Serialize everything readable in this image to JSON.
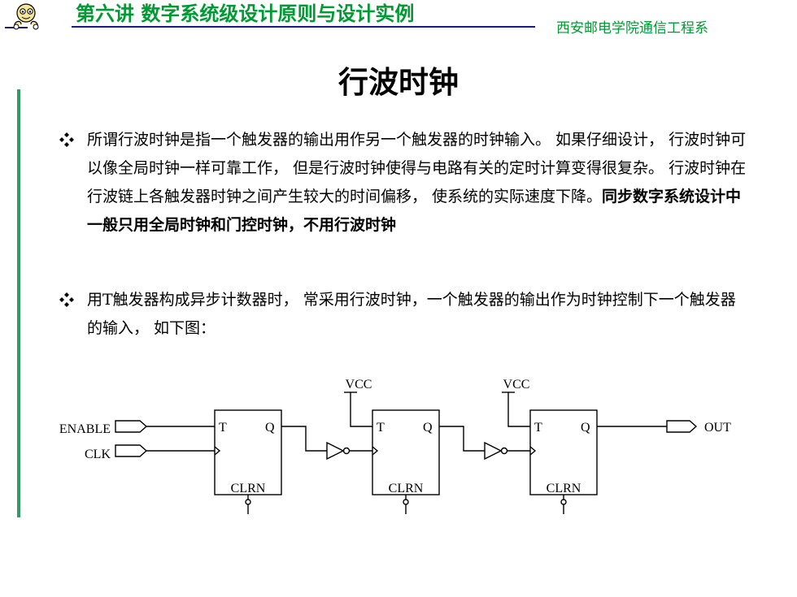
{
  "header": {
    "title": "第六讲 数字系统级设计原则与设计实例",
    "org": "西安邮电学院通信工程系"
  },
  "slide": {
    "title": "行波时钟"
  },
  "bullets": [
    {
      "text": "所谓行波时钟是指一个触发器的输出用作另一个触发器的时钟输入。 如果仔细设计， 行波时钟可以像全局时钟一样可靠工作， 但是行波时钟使得与电路有关的定时计算变得很复杂。 行波时钟在行波链上各触发器时钟之间产生较大的时间偏移， 使系统的实际速度下降。",
      "bold": "同步数字系统设计中一般只用全局时钟和门控时钟，不用行波时钟"
    },
    {
      "text": "用T触发器构成异步计数器时， 常采用行波时钟，一个触发器的输出作为时钟控制下一个触发器的输入， 如下图：",
      "bold": ""
    }
  ],
  "circuit": {
    "inputs": {
      "enable": "ENABLE",
      "clk": "CLK"
    },
    "output": "OUT",
    "supply": "VCC",
    "flipflop": {
      "t": "T",
      "q": "Q",
      "clear": "CLRN"
    }
  },
  "icons": {
    "bullet": "four-diamond-bullet-icon",
    "mascot": "cartoon-mascot-icon"
  },
  "colors": {
    "header": "#009933",
    "rule": "#1a1a80",
    "left_bar": "#339966"
  }
}
